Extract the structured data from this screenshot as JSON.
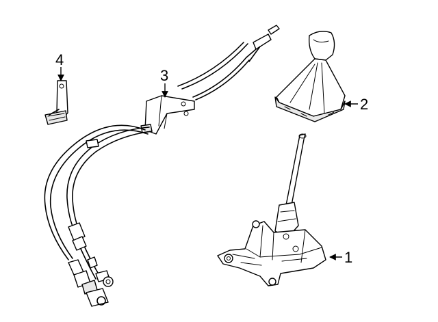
{
  "callouts": [
    {
      "id": "1",
      "label": "1",
      "part": "shifter"
    },
    {
      "id": "2",
      "label": "2",
      "part": "boot"
    },
    {
      "id": "3",
      "label": "3",
      "part": "cable-assembly"
    },
    {
      "id": "4",
      "label": "4",
      "part": "bracket"
    }
  ],
  "colors": {
    "line": "#000000",
    "background": "#ffffff",
    "shade": "#e9e9e9"
  }
}
